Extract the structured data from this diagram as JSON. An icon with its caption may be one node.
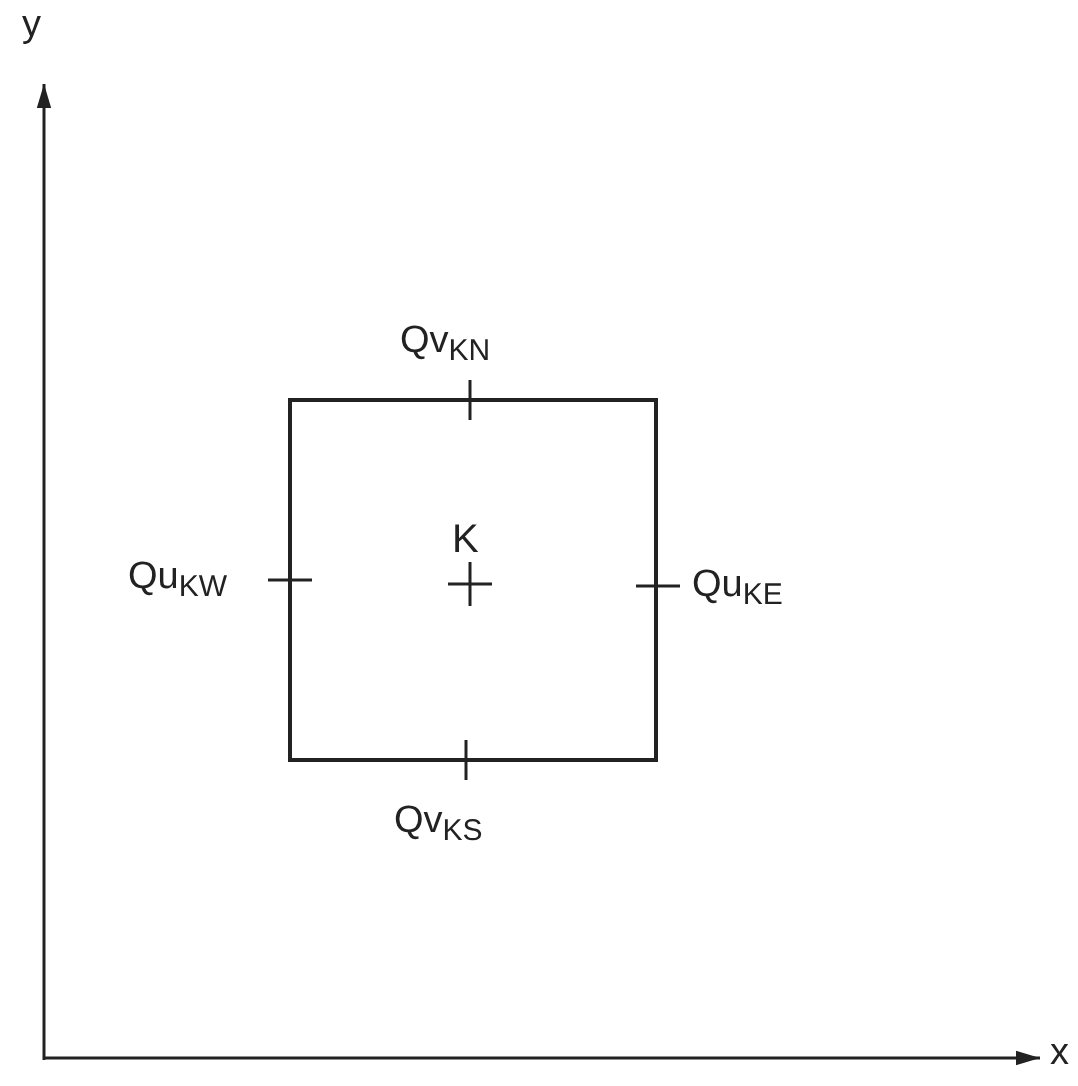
{
  "diagram": {
    "nodes": [
      {
        "text": [
          "K"
        ]
      }
    ],
    "labels": [
      "y",
      "Qv$_{KN}$",
      "Qu$_{KW}$",
      "Qu$_{KE}$",
      "Qv$_{KS}$",
      "x"
    ]
  }
}
